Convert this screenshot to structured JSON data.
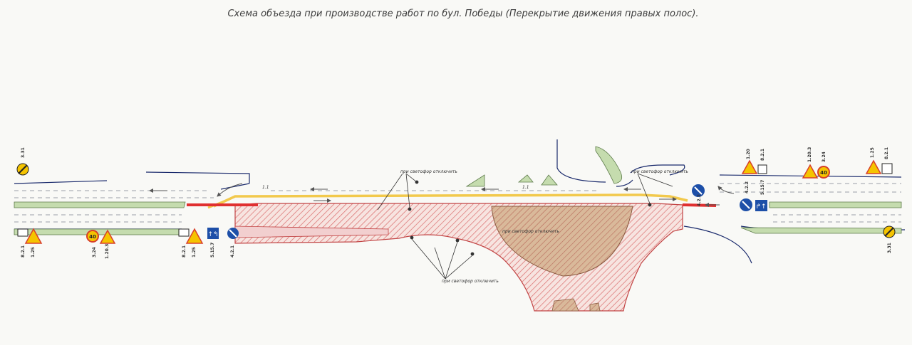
{
  "title": "Схема объезда при производстве работ по бул. Победы (Перекрытие движения правых полос).",
  "labels": {
    "signal_off": "при светофор отключить",
    "signal_off_lower": "при светофор отключить",
    "island_removal": "при светофор отключить",
    "lane_mark": "1.1"
  },
  "sign_numbers": {
    "left_top": "3.31",
    "left_bottom_1": "1.25",
    "left_bottom_1b": "8.2.1",
    "left_bottom_2": "3.24",
    "left_bottom_2b": "1.20.3",
    "left_bottom_3": "1.25",
    "left_bottom_3b": "8.2.1",
    "left_bottom_4": "5.15.7",
    "left_bottom_5": "4.2.1",
    "right_top_1": "4.2.2",
    "right_top_2": "5.15.7",
    "right_top_3": "1.20",
    "right_top_3b": "8.2.1",
    "right_top_4": "1.20.3",
    "right_top_4b": "3.24",
    "right_top_5": "1.25",
    "right_top_5b": "8.2.1",
    "right_bottom": "3.31"
  },
  "speed_limit": "40",
  "colors": {
    "closed_zone": "#e06060",
    "road_line": "#1a2a6c",
    "detour": "#f2c94c",
    "median": "#c5dcae",
    "barrier": "#e03030",
    "island": "#bba27a",
    "sign_blue": "#1d4fa8",
    "sign_yellow": "#f5c400",
    "sign_red": "#d8402a"
  }
}
